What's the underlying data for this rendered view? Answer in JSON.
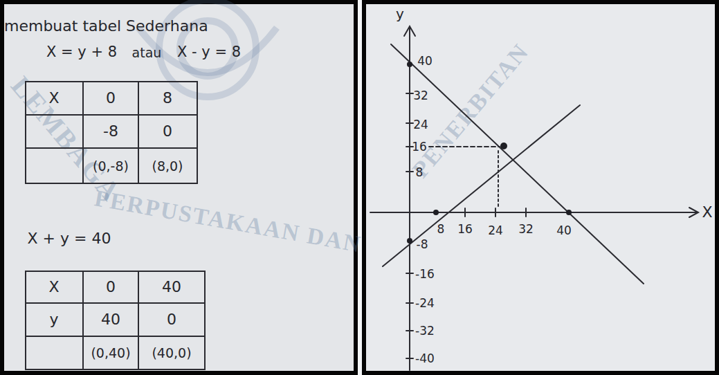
{
  "diagram": {
    "labels": [
      "membuat tabel Sederhana",
      "X = y + 8",
      "atau",
      "X - y = 8",
      "X",
      "0",
      "8",
      "-8",
      "0",
      "(0,-8)",
      "(8,0)",
      "X + y = 40",
      "X",
      "0",
      "40",
      "y",
      "40",
      "0",
      "(0,40)",
      "(40,0)",
      "y",
      "40",
      "32",
      "24",
      "16",
      "8",
      "-8",
      "-16",
      "-24",
      "-32",
      "-40",
      "8",
      "16",
      "24",
      "32",
      "40",
      "X",
      "LEMBAGA",
      "PERPUSTAKAAN DAN",
      "PENERBITAN"
    ]
  }
}
